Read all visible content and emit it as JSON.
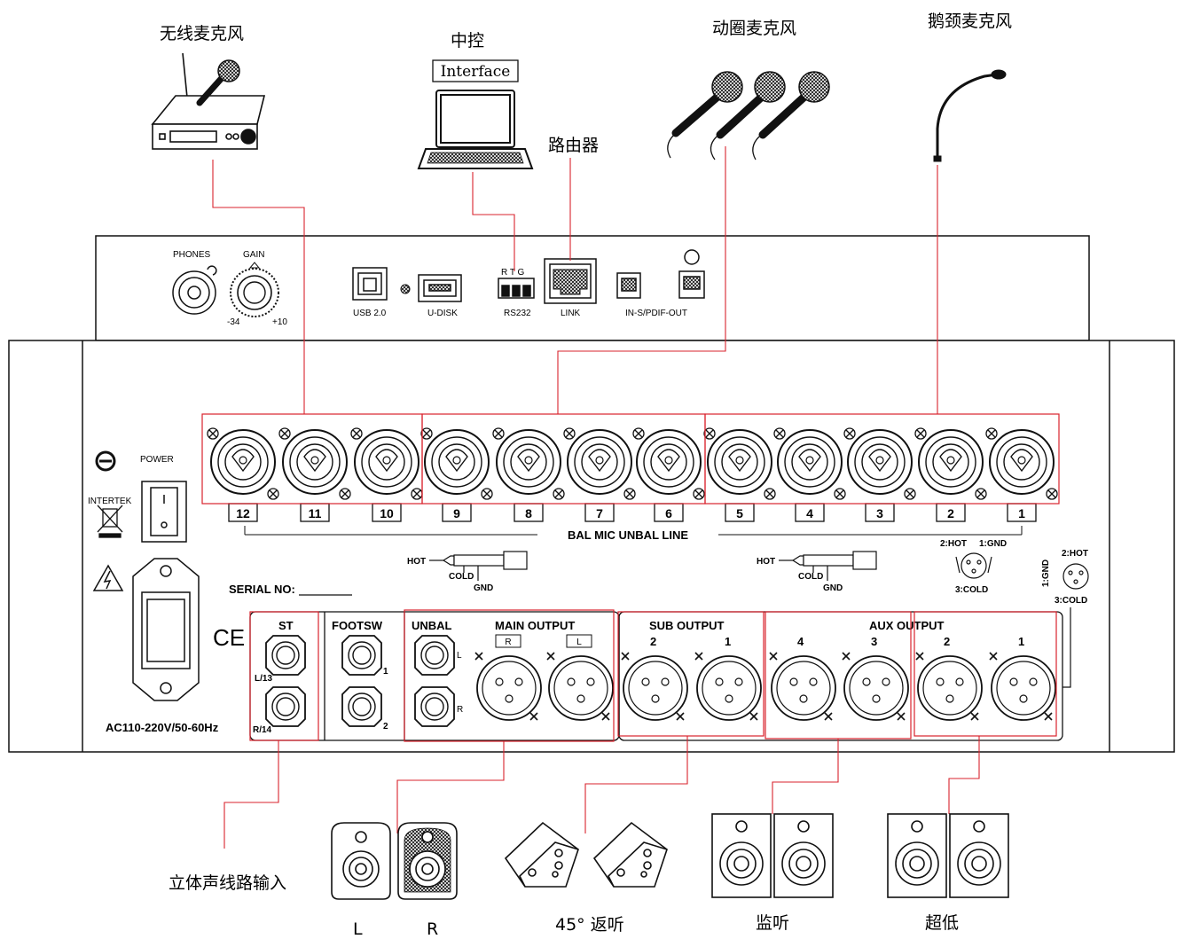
{
  "devices": {
    "wireless_mic": "无线麦克风",
    "central_control": "中控",
    "interface": "Interface",
    "router": "路由器",
    "dynamic_mic": "动圈麦克风",
    "gooseneck_mic": "鹅颈麦克风",
    "stereo_line_input": "立体声线路输入",
    "monitor_45": "45° 返听",
    "monitor": "监听",
    "subwoofer": "超低",
    "speaker_l": "L",
    "speaker_r": "R"
  },
  "top_panel": {
    "phones": "PHONES",
    "gain": "GAIN",
    "gain_min": "-34",
    "gain_max": "+10",
    "usb": "USB 2.0",
    "udisk": "U-DISK",
    "rtg": "R  T  G",
    "rs232": "RS232",
    "link": "LINK",
    "spdif": "IN-S/PDIF-OUT"
  },
  "main_panel": {
    "power": "POWER",
    "intertek": "INTERTEK",
    "serial": "SERIAL NO:",
    "ce": "CE",
    "ac": "AC110-220V/50-60Hz",
    "channels": [
      "12",
      "11",
      "10",
      "9",
      "8",
      "7",
      "6",
      "5",
      "4",
      "3",
      "2",
      "1"
    ],
    "bal_label": "BAL MIC UNBAL LINE",
    "hot": "HOT",
    "cold": "COLD",
    "gnd": "GND",
    "xlr_hot": "2:HOT",
    "xlr_gnd": "1:GND",
    "xlr_cold": "3:COLD",
    "xlr_gnd_v": "1:GND",
    "st": "ST",
    "st_l": "L/13",
    "st_r": "R/14",
    "footsw": "FOOTSW",
    "fs1": "1",
    "fs2": "2",
    "unbal": "UNBAL",
    "unbal_l": "L",
    "unbal_r": "R",
    "main_output": "MAIN OUTPUT",
    "main_r": "R",
    "main_l": "L",
    "sub_output": "SUB OUTPUT",
    "sub_2": "2",
    "sub_1": "1",
    "aux_output": "AUX OUTPUT",
    "aux_4": "4",
    "aux_3": "3",
    "aux_2": "2",
    "aux_1": "1"
  }
}
